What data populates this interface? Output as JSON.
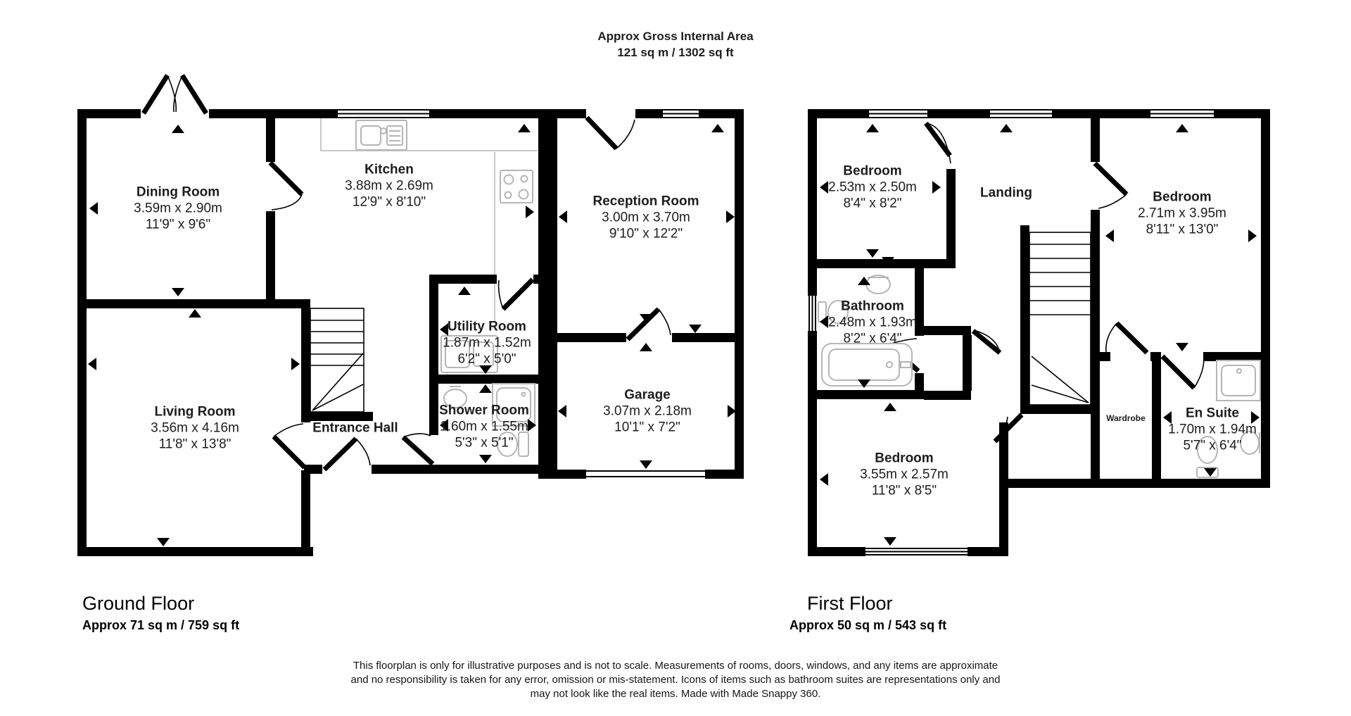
{
  "header": {
    "title": "Approx Gross Internal Area",
    "area": "121 sq m / 1302 sq ft"
  },
  "ground_floor": {
    "title": "Ground Floor",
    "area_note": "Approx 71 sq m / 759 sq ft",
    "rooms": {
      "dining": {
        "name": "Dining Room",
        "metric": "3.59m x 2.90m",
        "imperial": "11'9\" x 9'6\""
      },
      "kitchen": {
        "name": "Kitchen",
        "metric": "3.88m x 2.69m",
        "imperial": "12'9\" x 8'10\""
      },
      "reception": {
        "name": "Reception Room",
        "metric": "3.00m x 3.70m",
        "imperial": "9'10\" x 12'2\""
      },
      "utility": {
        "name": "Utility Room",
        "metric": "1.87m x 1.52m",
        "imperial": "6'2\" x 5'0\""
      },
      "shower": {
        "name": "Shower Room",
        "metric": "1.60m x 1.55m",
        "imperial": "5'3\" x 5'1\""
      },
      "garage": {
        "name": "Garage",
        "metric": "3.07m x 2.18m",
        "imperial": "10'1\" x 7'2\""
      },
      "living": {
        "name": "Living Room",
        "metric": "3.56m x 4.16m",
        "imperial": "11'8\" x 13'8\""
      },
      "hall": {
        "name": "Entrance Hall"
      }
    }
  },
  "first_floor": {
    "title": "First Floor",
    "area_note": "Approx 50 sq m / 543 sq ft",
    "rooms": {
      "bedroom1": {
        "name": "Bedroom",
        "metric": "2.53m x 2.50m",
        "imperial": "8'4\" x 8'2\""
      },
      "landing": {
        "name": "Landing"
      },
      "bedroom2": {
        "name": "Bedroom",
        "metric": "2.71m x 3.95m",
        "imperial": "8'11\" x 13'0\""
      },
      "bathroom": {
        "name": "Bathroom",
        "metric": "2.48m x 1.93m",
        "imperial": "8'2\" x 6'4\""
      },
      "bedroom3": {
        "name": "Bedroom",
        "metric": "3.55m x 2.57m",
        "imperial": "11'8\" x 8'5\""
      },
      "wardrobe": {
        "name": "Wardrobe"
      },
      "ensuite": {
        "name": "En Suite",
        "metric": "1.70m x 1.94m",
        "imperial": "5'7\" x 6'4\""
      }
    }
  },
  "footer": {
    "line1": "This floorplan is only for illustrative purposes and is not to scale. Measurements of rooms, doors, windows, and any items are approximate",
    "line2": "and no responsibility is taken for any error, omission or mis-statement. Icons of items such as bathroom suites are representations only and",
    "line3": "may not look like the real items. Made with Made Snappy 360."
  }
}
